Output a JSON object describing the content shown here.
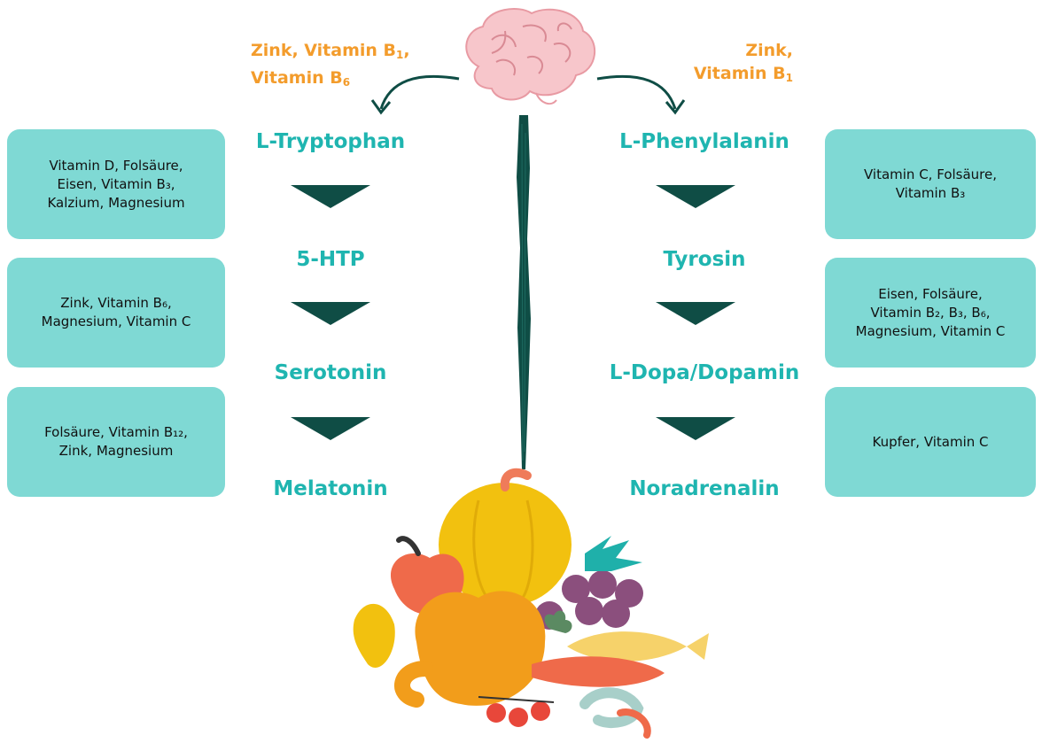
{
  "cofactors_top": {
    "left": {
      "line1": "Zink, Vitamin B",
      "sub1": "1",
      "line1_end": ",",
      "line2": "Vitamin B",
      "sub2": "6"
    },
    "right": {
      "line1": "Zink,",
      "line2": "Vitamin B",
      "sub2": "1"
    }
  },
  "left_pathway": {
    "steps": [
      "L-Tryptophan",
      "5-HTP",
      "Serotonin",
      "Melatonin"
    ],
    "boxes": [
      "Vitamin D, Folsäure,\nEisen, Vitamin B₃,\nKalzium, Magnesium",
      "Zink, Vitamin B₆,\nMagnesium, Vitamin C",
      "Folsäure, Vitamin B₁₂,\nZink, Magnesium"
    ]
  },
  "right_pathway": {
    "steps": [
      "L-Phenylalanin",
      "Tyrosin",
      "L-Dopa/Dopamin",
      "Noradrenalin"
    ],
    "boxes": [
      "Vitamin C, Folsäure,\nVitamin B₃",
      "Eisen, Folsäure,\nVitamin B₂, B₃, B₆,\nMagnesium, Vitamin C",
      "Kupfer, Vitamin C"
    ]
  },
  "colors": {
    "cofactor_text": "#f39c2c",
    "step_text": "#1fb5b0",
    "arrow": "#0f4d45",
    "box_bg": "#7fd9d4",
    "brain": "#f7c6cb"
  },
  "icons": [
    "brain-illustration",
    "food-illustration",
    "curved-arrow-left",
    "curved-arrow-right",
    "center-divider"
  ]
}
